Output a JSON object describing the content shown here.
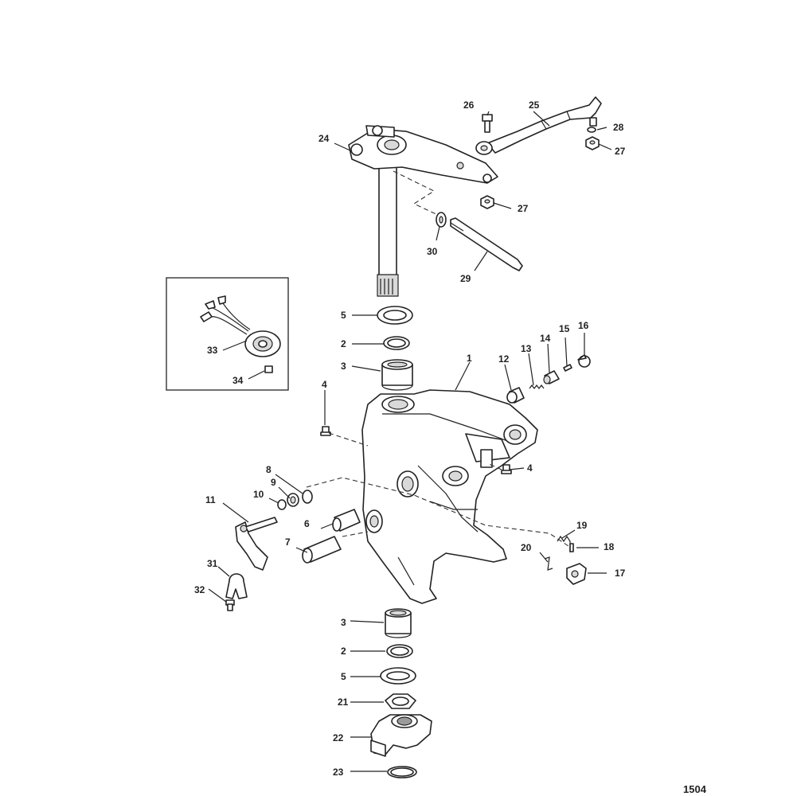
{
  "figure_number": "1504",
  "callouts": {
    "c1": "1",
    "c2a": "2",
    "c2b": "2",
    "c3a": "3",
    "c3b": "3",
    "c4a": "4",
    "c4b": "4",
    "c5a": "5",
    "c5b": "5",
    "c6": "6",
    "c7": "7",
    "c8": "8",
    "c9": "9",
    "c10": "10",
    "c11": "11",
    "c12": "12",
    "c13": "13",
    "c14": "14",
    "c15": "15",
    "c16": "16",
    "c17": "17",
    "c18": "18",
    "c19": "19",
    "c20": "20",
    "c21": "21",
    "c22": "22",
    "c23": "23",
    "c24": "24",
    "c25": "25",
    "c26": "26",
    "c27a": "27",
    "c27b": "27",
    "c28": "28",
    "c29": "29",
    "c30": "30",
    "c31": "31",
    "c32": "32",
    "c33": "33",
    "c34": "34"
  }
}
